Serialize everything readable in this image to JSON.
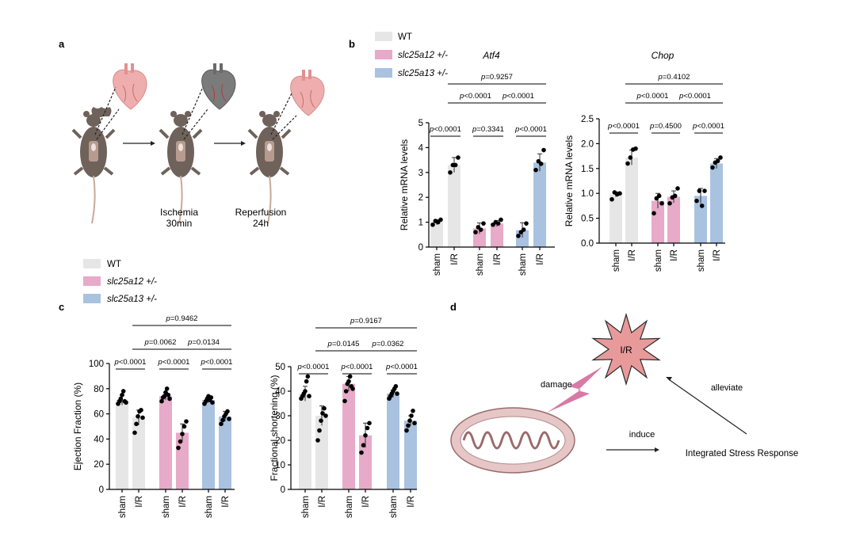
{
  "colors": {
    "wt": "#e6e6e6",
    "het12": "#e7aac8",
    "het13": "#a9c2e0",
    "heart_pink": "#eeaeae",
    "heart_gray": "#7b7b7b",
    "mouse": "#6e625b",
    "burst": "#e89a9a",
    "mito": "#e6c6c6",
    "bolt": "#d77aa5"
  },
  "panels": {
    "a": "a",
    "b": "b",
    "c": "c",
    "d": "d"
  },
  "legend": {
    "wt": "WT",
    "het12": "slc25a12 +/-",
    "het13": "slc25a13 +/-"
  },
  "panel_a": {
    "step2_line1": "Ischemia",
    "step2_line2": "30min",
    "step3_line1": "Reperfusion",
    "step3_line2": "24h"
  },
  "panel_d": {
    "burst_label": "I/R",
    "damage": "damage",
    "induce": "induce",
    "alleviate": "alleviate",
    "isr": "Integrated Stress Response",
    "icons": [
      "burst-icon",
      "lightning-icon",
      "mitochondrion-icon"
    ]
  },
  "chart_data": [
    {
      "type": "bar",
      "title": "Atf4",
      "ylabel": "Relative mRNA levels",
      "ylim": [
        0,
        5
      ],
      "yticks": [
        "0",
        "1",
        "2",
        "3",
        "4",
        "5"
      ],
      "categories": [
        "sham",
        "I/R",
        "sham",
        "I/R",
        "sham",
        "I/R"
      ],
      "groups": [
        "WT",
        "WT",
        "slc25a12 +/-",
        "slc25a12 +/-",
        "slc25a13 +/-",
        "slc25a13 +/-"
      ],
      "values": [
        1.0,
        3.3,
        0.75,
        0.95,
        0.68,
        3.4
      ],
      "error": [
        0.1,
        0.3,
        0.22,
        0.12,
        0.3,
        0.35
      ],
      "points": [
        [
          0.9,
          1.05,
          1.0,
          1.1
        ],
        [
          3.0,
          3.3,
          3.3,
          3.6
        ],
        [
          0.6,
          0.8,
          0.7,
          0.95
        ],
        [
          0.9,
          1.0,
          0.95,
          1.1
        ],
        [
          0.45,
          0.6,
          0.7,
          0.95
        ],
        [
          3.1,
          3.45,
          3.35,
          3.9
        ]
      ],
      "comparisons": [
        {
          "pair": [
            0,
            1
          ],
          "level": 0,
          "label": "p<0.0001"
        },
        {
          "pair": [
            2,
            3
          ],
          "level": 0,
          "label": "p=0.3341"
        },
        {
          "pair": [
            4,
            5
          ],
          "level": 0,
          "label": "p<0.0001"
        },
        {
          "pair": [
            1,
            3
          ],
          "level": 1,
          "label": "p<0.0001"
        },
        {
          "pair": [
            3,
            5
          ],
          "level": 1,
          "label": "p<0.0001"
        },
        {
          "pair": [
            1,
            5
          ],
          "level": 2,
          "label": "p=0.9257"
        }
      ]
    },
    {
      "type": "bar",
      "title": "Chop",
      "ylabel": "Relative mRNA levels",
      "ylim": [
        0,
        2.5
      ],
      "yticks": [
        "0.0",
        "0.5",
        "1.0",
        "1.5",
        "2.0",
        "2.5"
      ],
      "categories": [
        "sham",
        "I/R",
        "sham",
        "I/R",
        "sham",
        "I/R"
      ],
      "groups": [
        "WT",
        "WT",
        "slc25a12 +/-",
        "slc25a12 +/-",
        "slc25a13 +/-",
        "slc25a13 +/-"
      ],
      "values": [
        0.98,
        1.72,
        0.85,
        0.93,
        0.95,
        1.6
      ],
      "error": [
        0.05,
        0.15,
        0.15,
        0.12,
        0.15,
        0.1
      ],
      "points": [
        [
          0.88,
          1.02,
          0.98,
          1.0
        ],
        [
          1.6,
          1.72,
          1.88,
          1.9
        ],
        [
          0.6,
          0.9,
          0.95,
          0.8
        ],
        [
          0.8,
          0.92,
          0.95,
          1.1
        ],
        [
          0.85,
          1.05,
          0.75,
          1.05
        ],
        [
          1.52,
          1.62,
          1.65,
          1.72
        ]
      ],
      "comparisons": [
        {
          "pair": [
            0,
            1
          ],
          "level": 0,
          "label": "p<0.0001"
        },
        {
          "pair": [
            2,
            3
          ],
          "level": 0,
          "label": "p=0.4500"
        },
        {
          "pair": [
            4,
            5
          ],
          "level": 0,
          "label": "p<0.0001"
        },
        {
          "pair": [
            1,
            3
          ],
          "level": 1,
          "label": "p<0.0001"
        },
        {
          "pair": [
            3,
            5
          ],
          "level": 1,
          "label": "p<0.0001"
        },
        {
          "pair": [
            1,
            5
          ],
          "level": 2,
          "label": "p=0.4102"
        }
      ]
    },
    {
      "type": "bar",
      "title": "",
      "ylabel": "Ejection Fraction (%)",
      "ylim": [
        0,
        100
      ],
      "yticks": [
        "0",
        "20",
        "40",
        "60",
        "80",
        "100"
      ],
      "categories": [
        "sham",
        "I/R",
        "sham",
        "I/R",
        "sham",
        "I/R"
      ],
      "groups": [
        "WT",
        "WT",
        "slc25a12 +/-",
        "slc25a12 +/-",
        "slc25a13 +/-",
        "slc25a13 +/-"
      ],
      "values": [
        71,
        57,
        74,
        45,
        71,
        58
      ],
      "error": [
        4,
        6,
        3,
        7,
        2,
        4
      ],
      "points": [
        [
          68,
          70,
          72,
          75,
          78,
          70,
          69
        ],
        [
          45,
          52,
          58,
          62,
          63,
          57
        ],
        [
          70,
          73,
          74,
          77,
          80,
          75,
          72
        ],
        [
          33,
          38,
          44,
          50,
          54
        ],
        [
          68,
          70,
          72,
          74,
          71,
          73,
          69
        ],
        [
          52,
          55,
          58,
          60,
          62,
          56
        ]
      ],
      "comparisons": [
        {
          "pair": [
            0,
            1
          ],
          "level": 0,
          "label": "p<0.0001"
        },
        {
          "pair": [
            2,
            3
          ],
          "level": 0,
          "label": "p<0.0001"
        },
        {
          "pair": [
            4,
            5
          ],
          "level": 0,
          "label": "p<0.0001"
        },
        {
          "pair": [
            1,
            3
          ],
          "level": 1,
          "label": "p=0.0062"
        },
        {
          "pair": [
            3,
            5
          ],
          "level": 1,
          "label": "p=0.0134"
        },
        {
          "pair": [
            1,
            5
          ],
          "level": 2,
          "label": "p=0.9462"
        }
      ]
    },
    {
      "type": "bar",
      "title": "",
      "ylabel": "Fractional shortening (%)",
      "ylim": [
        0,
        50
      ],
      "yticks": [
        "0",
        "10",
        "20",
        "30",
        "40",
        "50"
      ],
      "categories": [
        "sham",
        "I/R",
        "sham",
        "I/R",
        "sham",
        "I/R"
      ],
      "groups": [
        "WT",
        "WT",
        "slc25a12 +/-",
        "slc25a12 +/-",
        "slc25a13 +/-",
        "slc25a13 +/-"
      ],
      "values": [
        39,
        30,
        43,
        22,
        39,
        28
      ],
      "error": [
        3,
        4,
        3,
        5,
        1.5,
        2
      ],
      "points": [
        [
          37,
          38,
          39,
          40,
          44,
          46,
          38
        ],
        [
          20,
          24,
          28,
          31,
          33,
          30
        ],
        [
          36,
          40,
          43,
          44,
          46,
          42,
          41
        ],
        [
          15,
          18,
          22,
          25,
          27
        ],
        [
          37,
          38,
          39,
          40,
          41,
          42,
          39
        ],
        [
          24,
          26,
          28,
          30,
          32,
          27
        ]
      ],
      "comparisons": [
        {
          "pair": [
            0,
            1
          ],
          "level": 0,
          "label": "p<0.0001"
        },
        {
          "pair": [
            2,
            3
          ],
          "level": 0,
          "label": "p<0.0001"
        },
        {
          "pair": [
            4,
            5
          ],
          "level": 0,
          "label": "p<0.0001"
        },
        {
          "pair": [
            1,
            3
          ],
          "level": 1,
          "label": "p=0.0145"
        },
        {
          "pair": [
            3,
            5
          ],
          "level": 1,
          "label": "p=0.0362"
        },
        {
          "pair": [
            1,
            5
          ],
          "level": 2,
          "label": "p=0.9167"
        }
      ]
    }
  ]
}
